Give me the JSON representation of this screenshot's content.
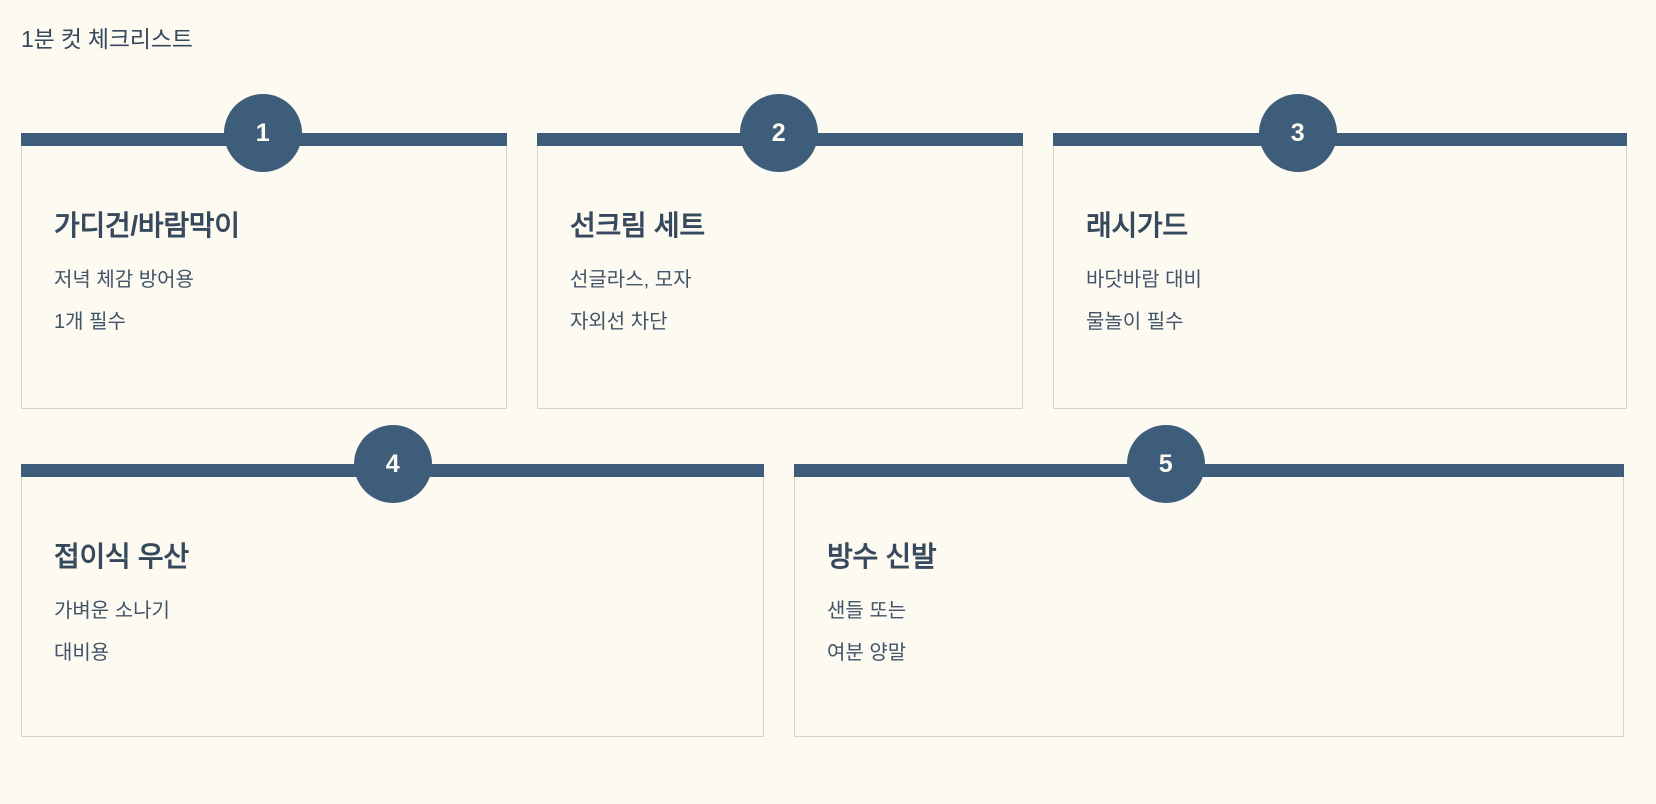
{
  "board": {
    "title": "1분 컷 체크리스트",
    "accent_color": "#3d5d7a",
    "background_color": "#fdfaf2",
    "card_border_color": "#d8d5c6",
    "text_color": "#36495d"
  },
  "cards": [
    {
      "number": "1",
      "title": "가디건/바람막이",
      "lines": [
        "저녁 체감 방어용",
        "1개 필수"
      ]
    },
    {
      "number": "2",
      "title": "선크림 세트",
      "lines": [
        "선글라스, 모자",
        "자외선 차단"
      ]
    },
    {
      "number": "3",
      "title": "래시가드",
      "lines": [
        "바닷바람 대비",
        "물놀이 필수"
      ]
    },
    {
      "number": "4",
      "title": "접이식 우산",
      "lines": [
        "가벼운 소나기",
        "대비용"
      ]
    },
    {
      "number": "5",
      "title": "방수 신발",
      "lines": [
        "샌들 또는",
        "여분 양말"
      ]
    }
  ]
}
